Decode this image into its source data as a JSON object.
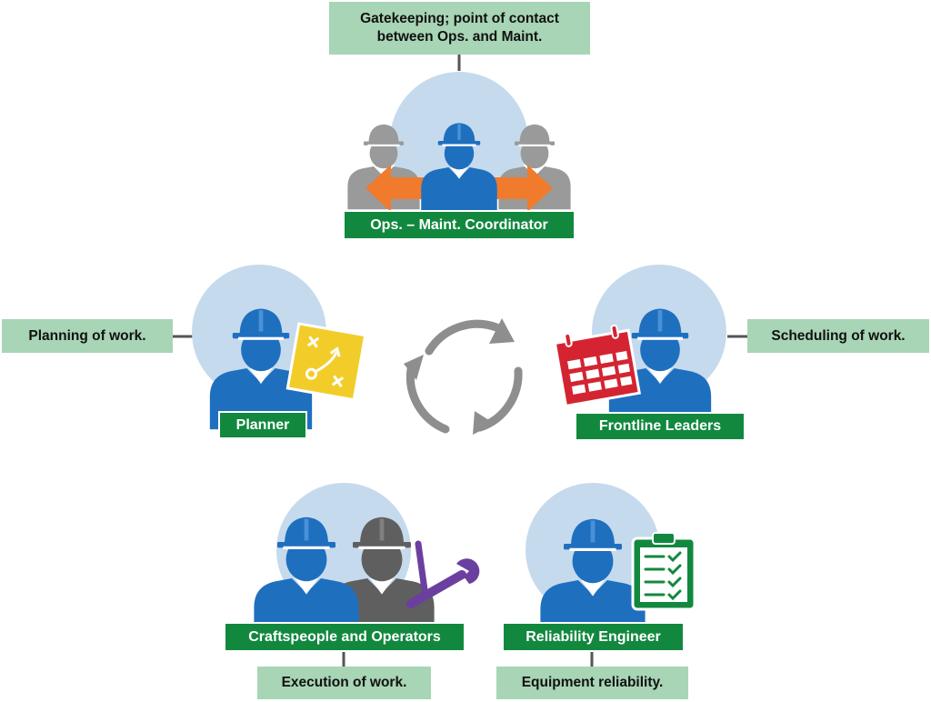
{
  "colors": {
    "halo": "#c5daed",
    "worker_blue": "#1f6fbf",
    "worker_gray": "#5f5f5f",
    "worker_light_gray": "#9a9a9a",
    "arrow_orange": "#f07b2c",
    "cycle_gray": "#8e8e8e",
    "role_green": "#12883f",
    "desc_green": "#a8d5b5",
    "planner_yellow": "#f2cd2a",
    "calendar_red": "#d42432",
    "wrench_purple": "#6b3fa0"
  },
  "roles": {
    "coordinator": {
      "label": "Ops. – Maint. Coordinator",
      "description": "Gatekeeping; point of contact\nbetween Ops. and Maint.",
      "icons": [
        "worker-icon",
        "worker-gray-icon",
        "double-arrow-icon"
      ]
    },
    "planner": {
      "label": "Planner",
      "description": "Planning of work.",
      "icons": [
        "worker-icon",
        "play-diagram-icon"
      ]
    },
    "frontline": {
      "label": "Frontline Leaders",
      "description": "Scheduling of work.",
      "icons": [
        "worker-icon",
        "calendar-icon"
      ]
    },
    "crafts": {
      "label": "Craftspeople and Operators",
      "description": "Execution of work.",
      "icons": [
        "worker-icon",
        "worker-gray-icon",
        "wrench-screwdriver-icon"
      ]
    },
    "reliability": {
      "label": "Reliability Engineer",
      "description": "Equipment reliability.",
      "icons": [
        "worker-icon",
        "checklist-clipboard-icon"
      ]
    }
  },
  "center": {
    "icon": "cycle-arrows-icon"
  }
}
